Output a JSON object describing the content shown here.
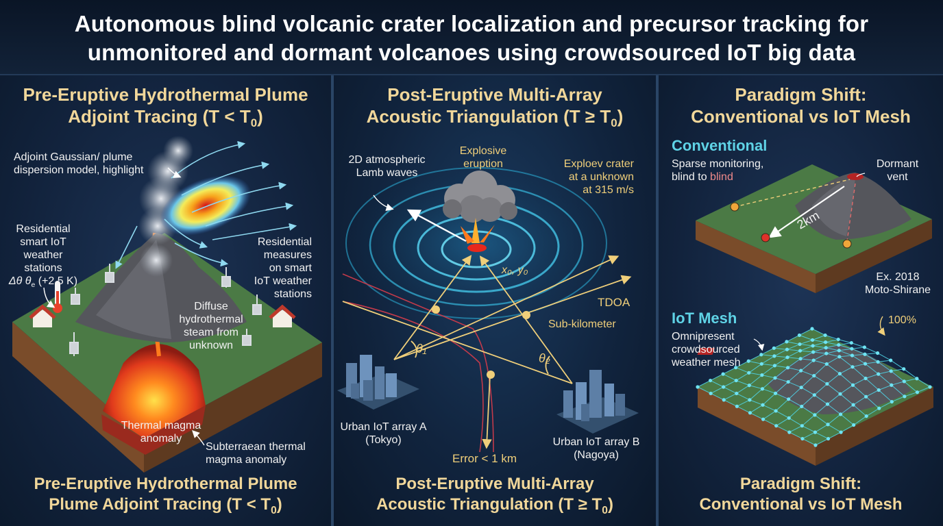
{
  "header": {
    "title_line1": "Autonomous blind volcanic crater localization and precursor tracking for",
    "title_line2": "unmonitored and dormant volcanoes using crowdsourced IoT big data"
  },
  "panel1": {
    "title_line1": "Pre-Eruptive Hydrothermal Plume",
    "title_line2": "Adjoint Tracing (T < T",
    "title_sub": "0",
    "title_end": ")",
    "label_adjoint_1": "Adjoint Gaussian",
    "label_adjoint_glyph": "/",
    "label_adjoint_2": " plume",
    "label_adjoint_3": "dispersion model, highlight",
    "label_res_left_1": "Residential",
    "label_res_left_2": "smart IoT",
    "label_res_left_3": "weather stations",
    "label_res_left_4a": "Δθ θ",
    "label_res_left_4sub": "e",
    "label_res_left_4b": " (+2.5 K)",
    "label_res_right_1": "Residential",
    "label_res_right_2": "measures",
    "label_res_right_3": "on smart",
    "label_res_right_4": "IoT weather",
    "label_res_right_5": "stations",
    "label_diffuse_1": "Diffuse",
    "label_diffuse_2": "hydrothermal",
    "label_diffuse_3": "steam from",
    "label_diffuse_4": "unknown",
    "label_magma_1": "Thermal magma",
    "label_magma_2": "anomaly",
    "label_subterr_1": "Subterraean thermal",
    "label_subterr_2": "magma anomaly",
    "footer_line1": "Pre-Eruptive Hydrothermal Plume",
    "footer_line2": "Plume Adjoint Tracing (T < T",
    "footer_sub": "0",
    "footer_end": ")"
  },
  "panel2": {
    "title_line1": "Post-Eruptive Multi-Array",
    "title_line2": "Acoustic Triangulation (T ≥ T",
    "title_sub": "0",
    "title_end": ")",
    "label_lamb_1": "2D atmospheric",
    "label_lamb_2": "Lamb waves",
    "label_explosive_1": "Explosive",
    "label_explosive_2": "eruption",
    "label_crater_1": "Exploev crater",
    "label_crater_2": "at a unknown",
    "label_crater_3": "at 315 m/s",
    "label_coord": "x₀, y₀",
    "label_tdoa": "TDOA",
    "label_subkm": "Sub-kilometer",
    "label_theta1": "θ₁",
    "label_theta2": "θ₂",
    "label_array_a_1": "Urban IoT array A",
    "label_array_a_2": "(Tokyo)",
    "label_array_b_1": "Urban IoT array B",
    "label_array_b_2": "(Nagoya)",
    "label_error": "Error < 1 km",
    "footer_line1": "Post-Eruptive Multi-Array",
    "footer_line2": "Acoustic Triangulation (T ≥ T",
    "footer_sub": "0",
    "footer_end": ")"
  },
  "panel3": {
    "title_line1": "Paradigm Shift:",
    "title_line2": "Conventional vs IoT Mesh",
    "conv_heading": "Conventional",
    "conv_label_1": "Sparse monitoring,",
    "conv_label_2a": "blind to ",
    "conv_label_2b": "blind",
    "dormant_1": "Dormant",
    "dormant_2": "vent",
    "distance": "2km",
    "example_1": "Ex. 2018",
    "example_2": "Moto-Shirane",
    "mesh_heading": "IoT Mesh",
    "mesh_label_1": "Omnipresent",
    "mesh_label_2": "crowdsourced",
    "mesh_label_3": "weather mesh",
    "mesh_percent": "100%",
    "footer_line1": "Paradigm Shift:",
    "footer_line2": "Conventional vs IoT Mesh"
  },
  "colors": {
    "title_gold": "#f1d79a",
    "accent_cyan": "#5fd3e6",
    "arrow_yellow": "#f0cf7a",
    "magma_red": "#e8412a"
  }
}
